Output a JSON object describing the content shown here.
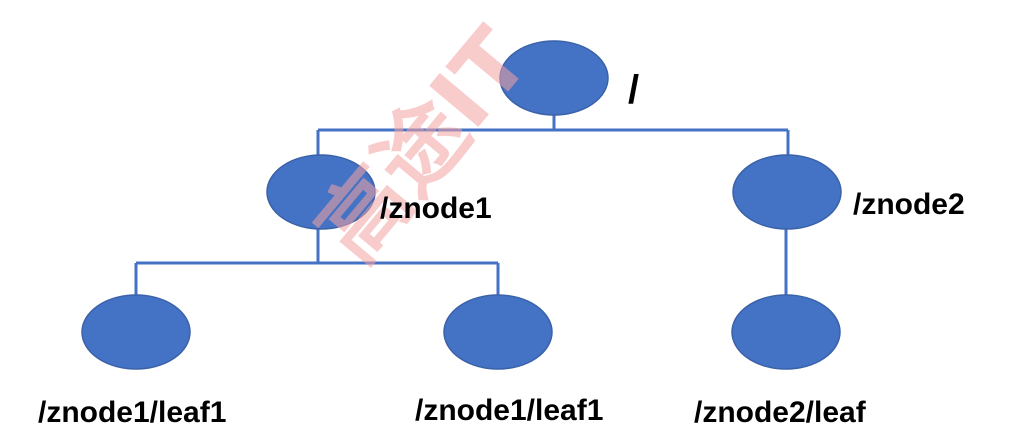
{
  "tree": {
    "root": {
      "label": "/"
    },
    "znode1": {
      "label": "/znode1"
    },
    "znode2": {
      "label": "/znode2"
    },
    "leaf_a": {
      "label": "/znode1/leaf1"
    },
    "leaf_b": {
      "label": "/znode1/leaf1"
    },
    "leaf_c": {
      "label": "/znode2/leaf"
    }
  },
  "watermark": {
    "text": "高途IT"
  },
  "colors": {
    "node_fill": "#4472c4",
    "edge": "#4472c4",
    "watermark": "#f5a3a3"
  }
}
